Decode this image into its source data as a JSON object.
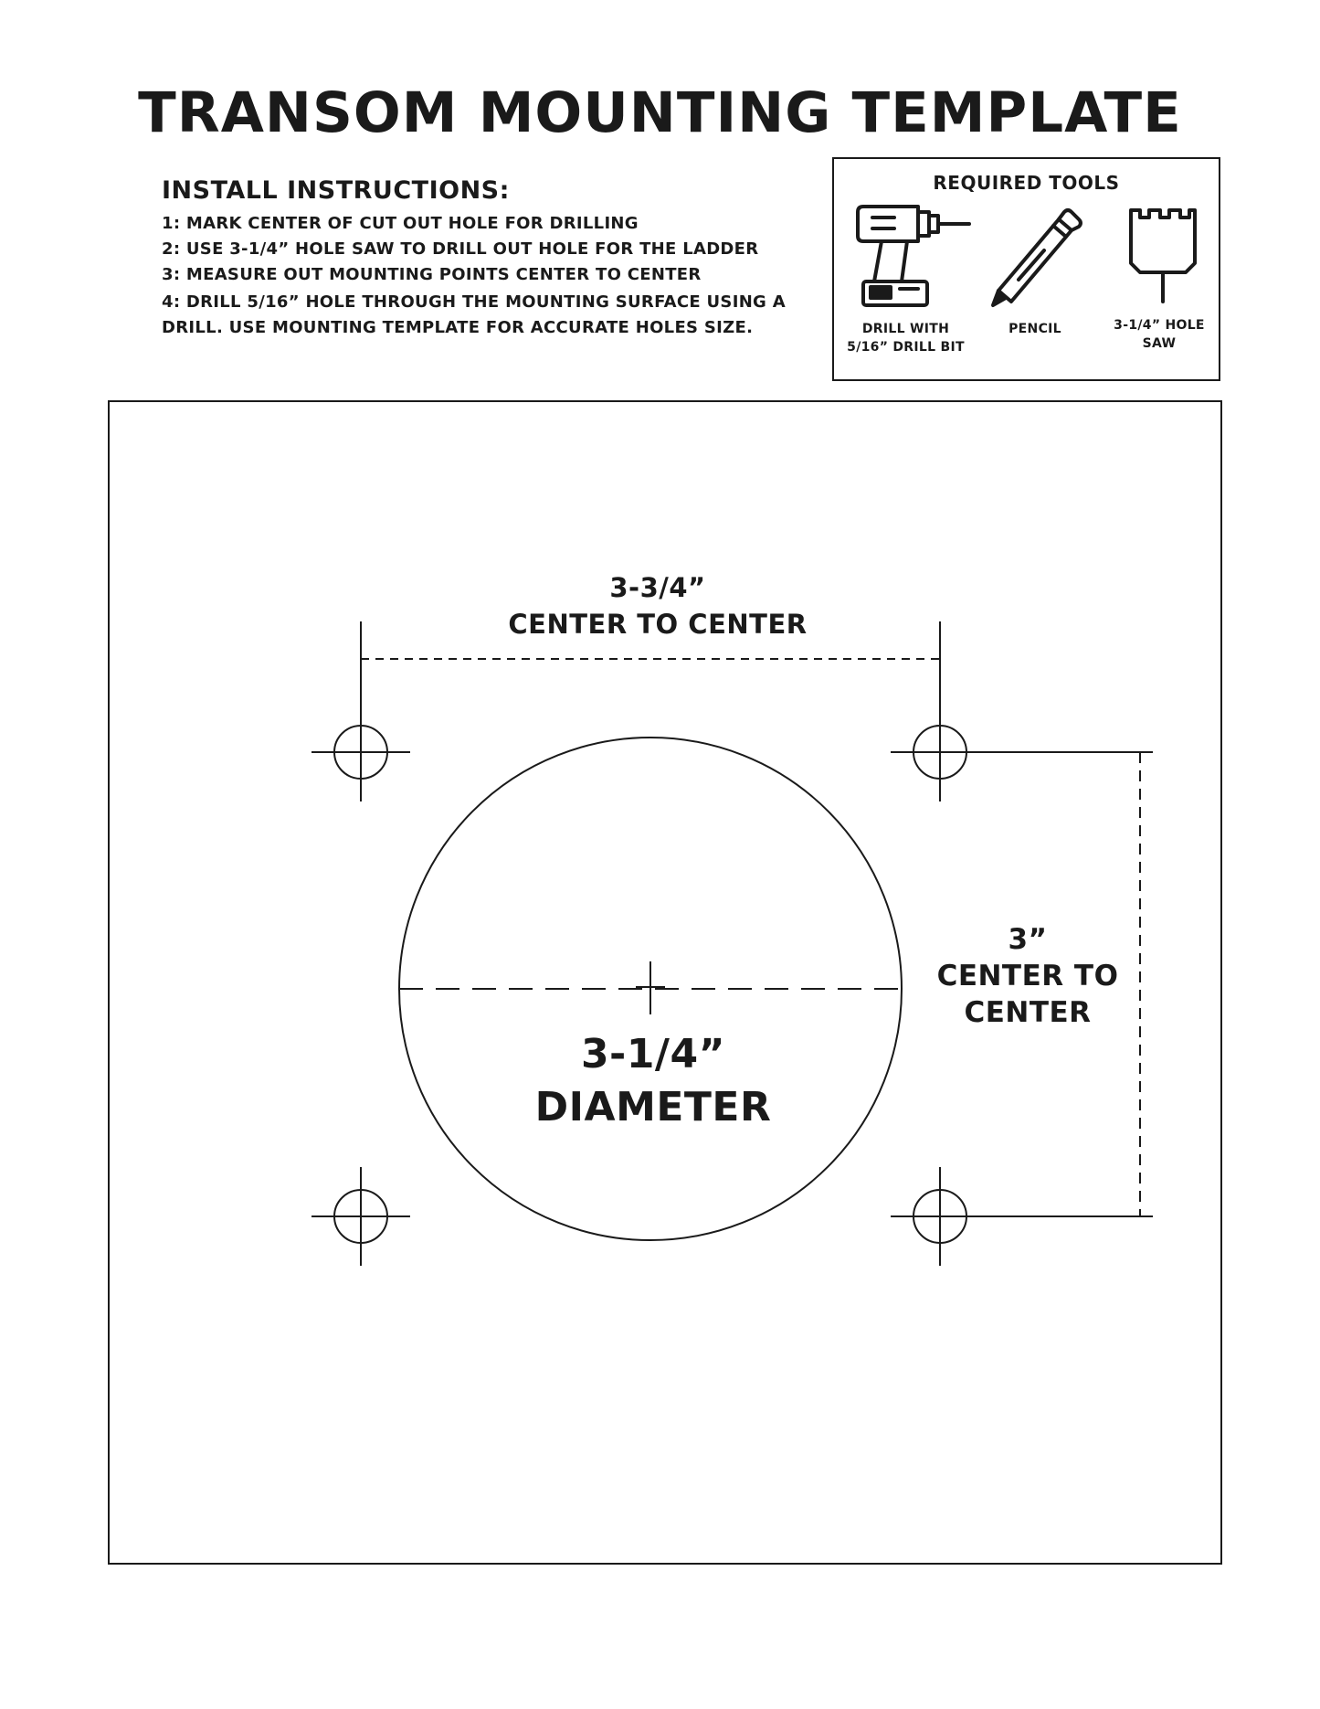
{
  "title": "TRANSOM MOUNTING TEMPLATE",
  "instructions": {
    "heading": "INSTALL INSTRUCTIONS:",
    "steps": [
      "1: MARK CENTER OF CUT OUT HOLE FOR DRILLING",
      "2: USE 3-1/4” HOLE SAW TO DRILL OUT HOLE FOR THE LADDER",
      "3: MEASURE OUT MOUNTING POINTS CENTER TO CENTER",
      "4: DRILL 5/16” HOLE THROUGH THE MOUNTING SURFACE USING A",
      "DRILL.  USE MOUNTING TEMPLATE FOR ACCURATE HOLES SIZE."
    ]
  },
  "tools": {
    "heading": "REQUIRED TOOLS",
    "items": [
      {
        "icon": "drill-icon",
        "label_line1": "DRILL WITH",
        "label_line2": "5/16” DRILL BIT"
      },
      {
        "icon": "pencil-icon",
        "label_line1": "PENCIL",
        "label_line2": ""
      },
      {
        "icon": "hole-saw-icon",
        "label_line1": "3-1/4” HOLE",
        "label_line2": "SAW"
      }
    ]
  },
  "template": {
    "horizontal_dimension": {
      "value": "3-3/4”",
      "caption": "CENTER TO CENTER"
    },
    "vertical_dimension": {
      "value": "3”",
      "caption_line1": "CENTER TO",
      "caption_line2": "CENTER"
    },
    "diameter": {
      "value": "3-1/4”",
      "caption": "DIAMETER"
    }
  }
}
